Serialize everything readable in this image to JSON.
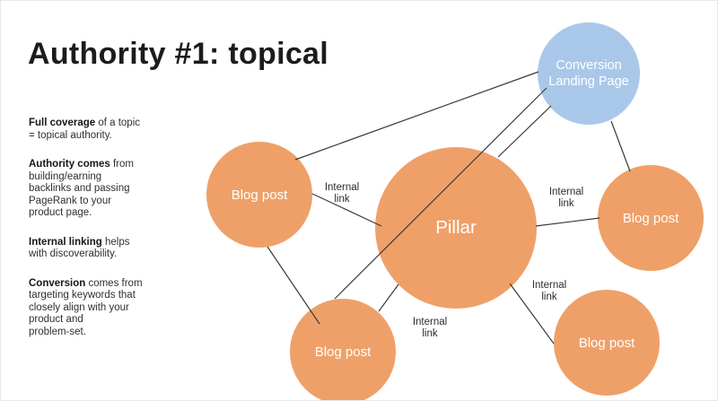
{
  "slide": {
    "title": "Authority #1: topical",
    "notes": [
      {
        "bold": "Full coverage",
        "rest": " of a topic\n= topical authority."
      },
      {
        "bold": "Authority comes",
        "rest": " from\nbuilding/earning\nbacklinks and passing\nPageRank to your\nproduct page."
      },
      {
        "bold": "Internal linking",
        "rest": " helps\nwith discoverability."
      },
      {
        "bold": "Conversion",
        "rest": " comes from\ntargeting keywords that\nclosely align with your\nproduct and\nproblem-set."
      }
    ]
  },
  "diagram": {
    "nodes": [
      {
        "id": "pillar",
        "label": "Pillar",
        "color": "#efa068"
      },
      {
        "id": "conversion-landing-page",
        "label": "Conversion Landing Page",
        "color": "#a9c8e9"
      },
      {
        "id": "blog-post-left",
        "label": "Blog post",
        "color": "#efa068"
      },
      {
        "id": "blog-post-right",
        "label": "Blog post",
        "color": "#efa068"
      },
      {
        "id": "blog-post-bottom-middle",
        "label": "Blog post",
        "color": "#efa068"
      },
      {
        "id": "blog-post-bottom-right",
        "label": "Blog post",
        "color": "#efa068"
      }
    ],
    "edges": [
      {
        "from": "blog-post-left",
        "to": "conversion-landing-page"
      },
      {
        "from": "conversion-landing-page",
        "to": "pillar"
      },
      {
        "from": "conversion-landing-page",
        "to": "blog-post-bottom-middle"
      },
      {
        "from": "conversion-landing-page",
        "to": "blog-post-right"
      },
      {
        "from": "blog-post-left",
        "to": "pillar",
        "label": "Internal link"
      },
      {
        "from": "pillar",
        "to": "blog-post-right",
        "label": "Internal link"
      },
      {
        "from": "pillar",
        "to": "blog-post-bottom-middle",
        "label": "Internal link"
      },
      {
        "from": "pillar",
        "to": "blog-post-bottom-right",
        "label": "Internal link"
      },
      {
        "from": "blog-post-left",
        "to": "blog-post-bottom-middle"
      }
    ],
    "colors": {
      "node_orange": "#efa068",
      "node_blue": "#a9c8e9",
      "line": "#3a3a3a",
      "text_dark": "#1c1c1c",
      "node_text": "#ffffff"
    }
  }
}
